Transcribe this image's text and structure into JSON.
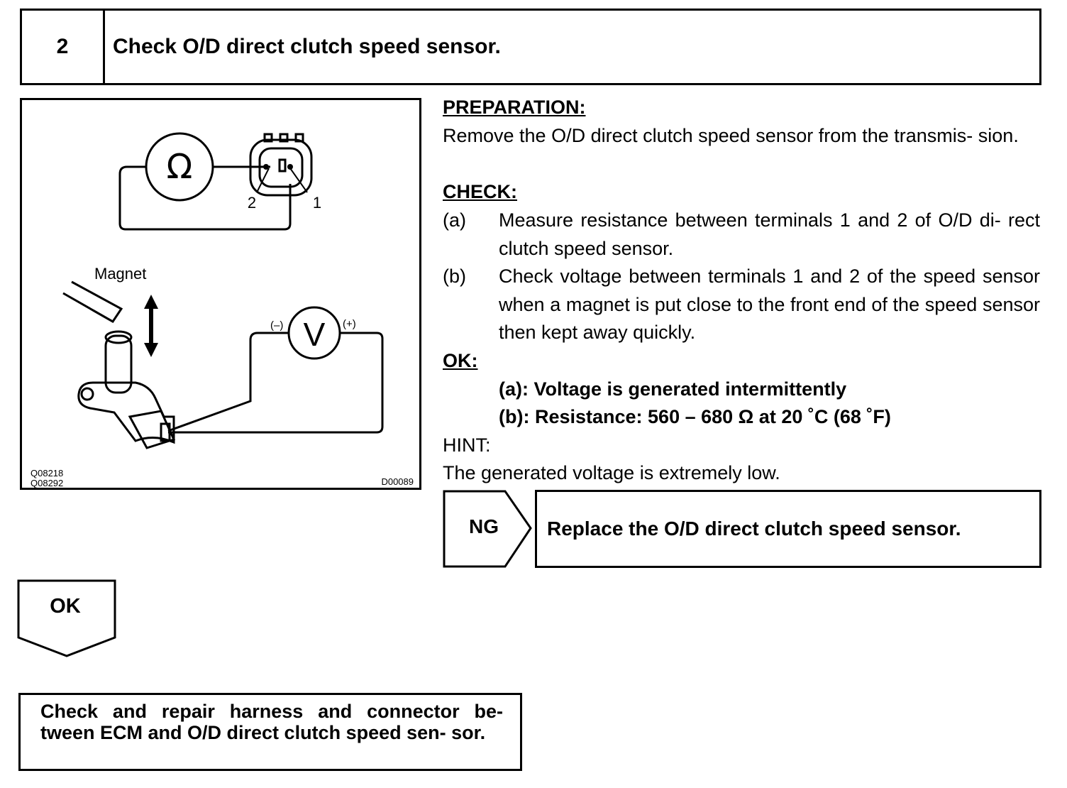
{
  "step": {
    "number": "2",
    "title": "Check O/D direct clutch speed sensor."
  },
  "figure": {
    "ohm_symbol": "Ω",
    "volt_symbol": "V",
    "terminal_2": "2",
    "terminal_1": "1",
    "magnet_label": "Magnet",
    "neg_label": "(–)",
    "pos_label": "(+)",
    "code_left_1": "Q08218",
    "code_left_2": "Q08292",
    "code_right": "D00089"
  },
  "preparation": {
    "heading": "PREPARATION:",
    "text": "Remove the O/D direct clutch speed sensor from the transmis- sion."
  },
  "check": {
    "heading": "CHECK:",
    "items": [
      {
        "marker": "(a)",
        "text": "Measure resistance between terminals 1 and 2 of O/D di- rect clutch speed sensor."
      },
      {
        "marker": "(b)",
        "text": "Check voltage between terminals 1 and 2 of the speed sensor when a magnet is put close to the front end of the speed sensor then kept away quickly."
      }
    ]
  },
  "ok": {
    "heading": "OK:",
    "line_a": "(a): Voltage is generated intermittently",
    "line_b": "(b): Resistance: 560 – 680 Ω at 20 ˚C (68 ˚F)"
  },
  "hint": {
    "heading": "HINT:",
    "text": "The generated voltage is extremely low."
  },
  "ng": {
    "label": "NG",
    "action": "Replace the O/D direct clutch speed sensor."
  },
  "ok_branch": {
    "label": "OK",
    "action": "Check and repair harness and connector be- tween ECM and O/D direct clutch speed sen- sor."
  }
}
